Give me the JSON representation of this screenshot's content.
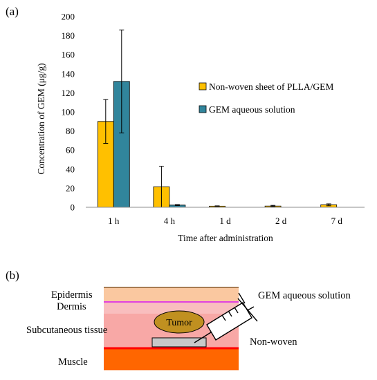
{
  "panels": {
    "a": "(a)",
    "b": "(b)"
  },
  "chart_data": {
    "type": "bar",
    "categories": [
      "1 h",
      "4 h",
      "1 d",
      "2 d",
      "7 d"
    ],
    "series": [
      {
        "name": "Non-woven sheet of PLLA/GEM",
        "color": "#FFC000",
        "values": [
          90,
          21.5,
          1.2,
          1.3,
          2.6
        ],
        "errors": [
          23,
          21.5,
          0.3,
          0.7,
          1.0
        ]
      },
      {
        "name": "GEM aqueous solution",
        "color": "#31859C",
        "values": [
          132,
          2.3,
          0,
          0,
          0
        ],
        "errors": [
          54,
          0.5,
          0,
          0,
          0
        ]
      }
    ],
    "xlabel": "Time after administration",
    "ylabel": "Concentration of GEM (μg/g)",
    "ylim": [
      0,
      200
    ],
    "yticks": [
      0,
      20,
      40,
      60,
      80,
      100,
      120,
      140,
      160,
      180,
      200
    ],
    "grid": false,
    "legend": "right"
  },
  "diagram": {
    "layers": {
      "epidermis": "Epidermis",
      "dermis": "Dermis",
      "subcutaneous": "Subcutaneous tissue",
      "muscle": "Muscle"
    },
    "tumor": "Tumor",
    "syringe": "GEM aqueous solution",
    "nonwoven": "Non-woven",
    "colors": {
      "epidermis": "#FAC8A0",
      "dermis": "#F9BEBE",
      "subcutaneous": "#F8A8A6",
      "muscle": "#FF6600",
      "tumor": "#C09020",
      "nonwoven": "#C8C8C8",
      "dermis_line": "#E040E0",
      "muscle_line": "#FF0000"
    }
  }
}
